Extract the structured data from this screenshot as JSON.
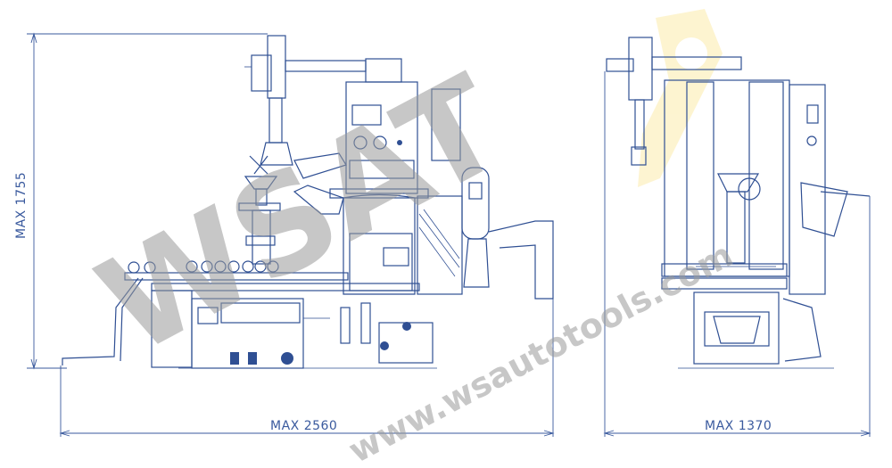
{
  "dimensions": {
    "height_label": "MAX 1755",
    "front_width_label": "MAX 2560",
    "side_width_label": "MAX 1370"
  },
  "watermark": {
    "logo_text": "WSAT",
    "url_text": "www.wsautotools.com"
  },
  "colors": {
    "line": "#2f4f93",
    "watermark": "#9a9a9a",
    "logo_accent": "#f5c400"
  }
}
